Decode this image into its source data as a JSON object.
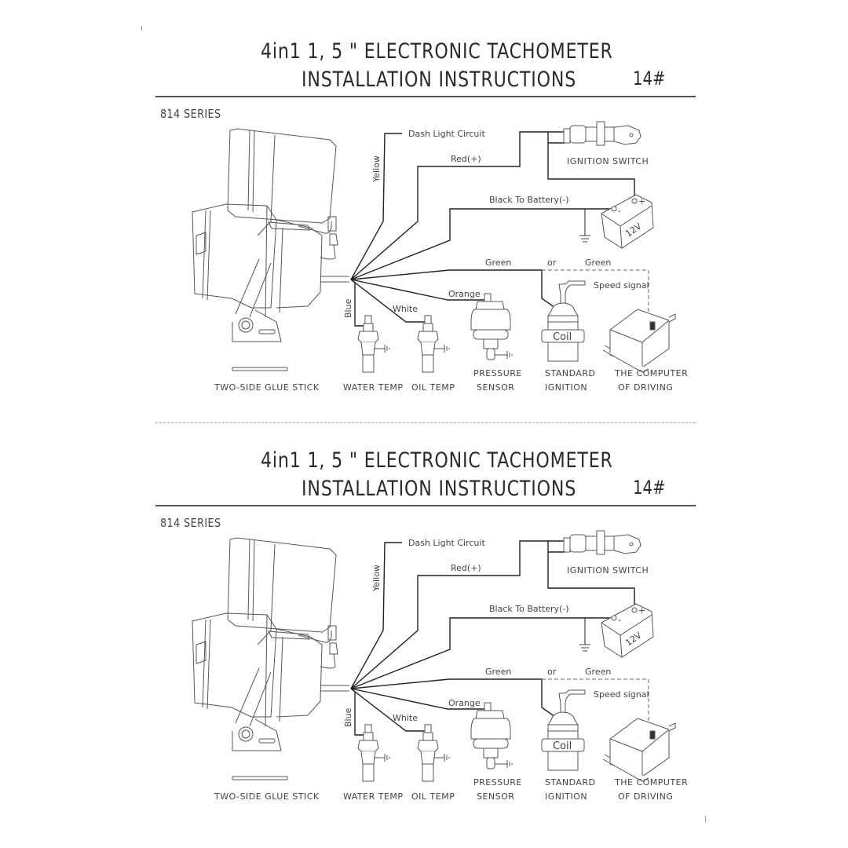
{
  "document": {
    "sheets": [
      {
        "title_line1": "4in1 1, 5 \" ELECTRONIC TACHOMETER",
        "title_line2": "INSTALLATION INSTRUCTIONS",
        "code": "14#",
        "series": "814 SERIES"
      },
      {
        "title_line1": "4in1 1, 5 \" ELECTRONIC TACHOMETER",
        "title_line2": "INSTALLATION INSTRUCTIONS",
        "code": "14#",
        "series": "814 SERIES"
      }
    ],
    "wire_labels": {
      "yellow": "Yellow",
      "dash_light": "Dash Light Circuit",
      "red": "Red(+)",
      "black": "Black To Battery(-)",
      "green1": "Green",
      "or": "or",
      "green2": "Green",
      "speed": "Speed signal",
      "orange": "Orange",
      "white": "White",
      "blue": "Blue"
    },
    "component_labels": {
      "ignition_switch": "IGNITION SWITCH",
      "battery_voltage": "12V",
      "battery_plus": "+",
      "battery_minus": "-",
      "coil": "Coil",
      "glue_stick": "TWO-SIDE GLUE STICK",
      "water_temp": "WATER TEMP",
      "oil_temp": "OIL TEMP",
      "pressure_1": "PRESSURE",
      "pressure_2": "SENSOR",
      "ignition_1": "STANDARD",
      "ignition_2": "IGNITION",
      "computer_1": "THE COMPUTER",
      "computer_2": "OF DRIVING"
    }
  }
}
